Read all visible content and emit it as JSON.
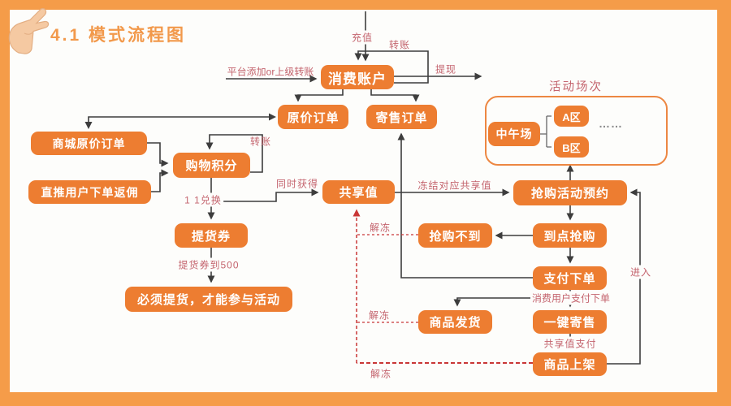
{
  "slide": {
    "title": "4.1 模式流程图",
    "colors": {
      "frame": "#F59C49",
      "box_fill": "#ED7D31",
      "box_text": "#FFFFFF",
      "edge_label": "#C4646E",
      "dashed_line": "#C93636",
      "solid_line": "#3D3D3D",
      "canvas": "#FDFDFB"
    }
  },
  "nodes": {
    "consume_account": {
      "label": "消费账户"
    },
    "original_order": {
      "label": "原价订单"
    },
    "consign_order": {
      "label": "寄售订单"
    },
    "mall_original": {
      "label": "商城原价订单"
    },
    "direct_rebate": {
      "label": "直推用户下单返佣"
    },
    "shopping_points": {
      "label": "购物积分"
    },
    "pickup_voucher": {
      "label": "提货券"
    },
    "must_pickup": {
      "label": "必须提货，才能参与活动"
    },
    "share_value": {
      "label": "共享值"
    },
    "rush_reserve": {
      "label": "抢购活动预约"
    },
    "rush_buy": {
      "label": "到点抢购"
    },
    "rush_fail": {
      "label": "抢购不到"
    },
    "pay_order": {
      "label": "支付下单"
    },
    "one_click_consign": {
      "label": "一键寄售"
    },
    "goods_listed": {
      "label": "商品上架"
    },
    "goods_shipped": {
      "label": "商品发货"
    },
    "noon_session": {
      "label": "中午场"
    },
    "area_a": {
      "label": "A区"
    },
    "area_b": {
      "label": "B区"
    }
  },
  "labels": {
    "sessions_title": {
      "text": "活动场次"
    },
    "recharge": {
      "text": "充值"
    },
    "transfer_top": {
      "text": "转账"
    },
    "withdraw": {
      "text": "提现"
    },
    "platform_add": {
      "text": "平台添加or上级转账"
    },
    "transfer_points": {
      "text": "转账"
    },
    "exchange_1to1": {
      "text": "1 1兑换"
    },
    "voucher_500": {
      "text": "提货券到500"
    },
    "simultaneous": {
      "text": "同时获得"
    },
    "freeze_share": {
      "text": "冻结对应共享值"
    },
    "enter": {
      "text": "进入"
    },
    "consumer_pay": {
      "text": "消费用户支付下单"
    },
    "share_pay": {
      "text": "共享值支付"
    },
    "unfreeze_1": {
      "text": "解冻"
    },
    "unfreeze_2": {
      "text": "解冻"
    },
    "unfreeze_3": {
      "text": "解冻"
    },
    "dots": {
      "text": "……"
    }
  }
}
